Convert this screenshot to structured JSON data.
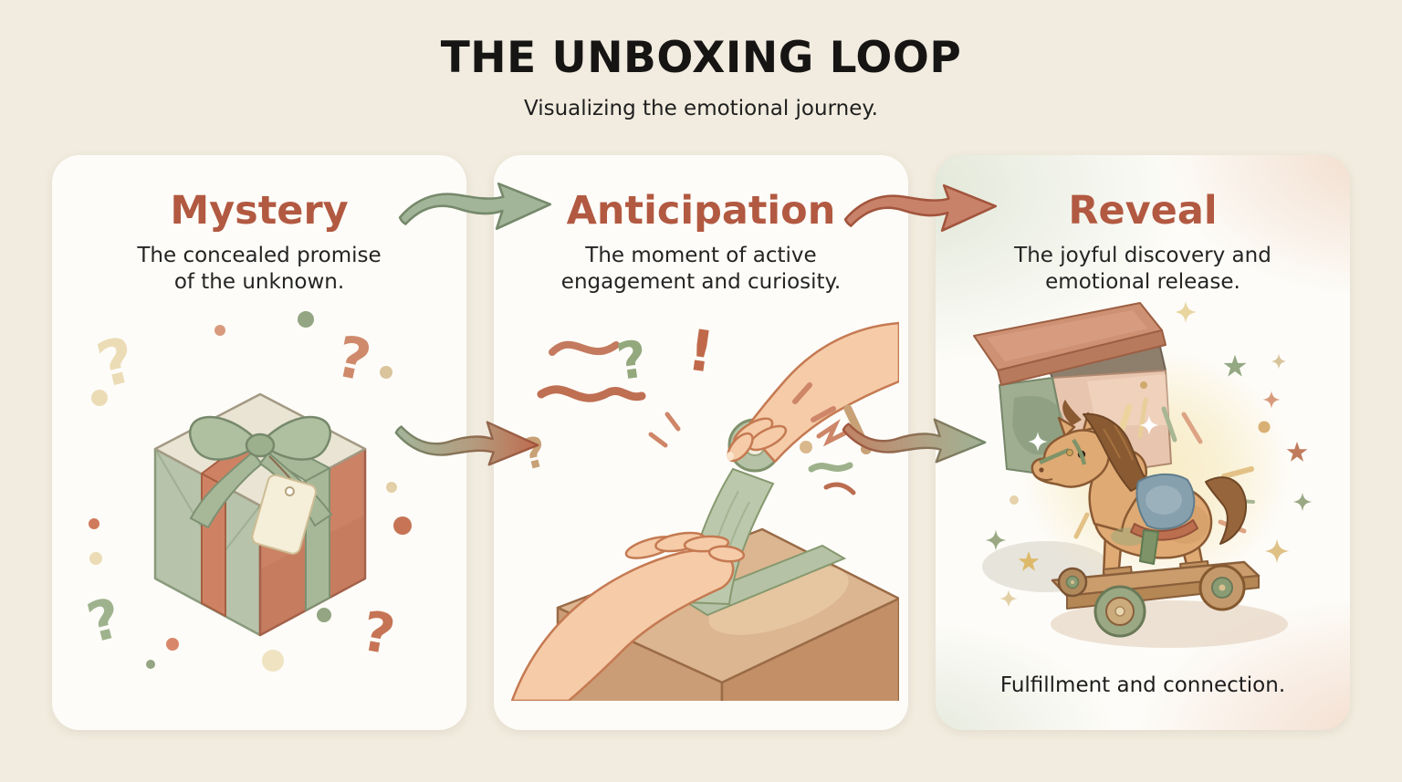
{
  "header": {
    "title": "THE UNBOXING LOOP",
    "subtitle": "Visualizing the emotional journey."
  },
  "cards": [
    {
      "id": "mystery",
      "title": "Mystery",
      "description": "The concealed promise of the unknown.",
      "illustration": "gift-box-illustration"
    },
    {
      "id": "anticipation",
      "title": "Anticipation",
      "description": "The moment of active engagement and curiosity.",
      "illustration": "tape-peel-illustration"
    },
    {
      "id": "reveal",
      "title": "Reveal",
      "description": "The joyful discovery and emotional release.",
      "footer": "Fulfillment and connection.",
      "illustration": "open-box-toy-horse-illustration"
    }
  ],
  "flow_arrows": [
    {
      "name": "arrow-mystery-to-anticipation-top",
      "style": "sage-green-wavy"
    },
    {
      "name": "arrow-anticipation-to-reveal-top",
      "style": "terracotta-wavy"
    },
    {
      "name": "arrow-mystery-to-anticipation-middle",
      "style": "green-to-terracotta-gradient"
    },
    {
      "name": "arrow-anticipation-to-reveal-middle",
      "style": "terracotta-to-green-gradient"
    }
  ],
  "colors": {
    "background": "#f1ecdf",
    "card_background": "#fdfcf8",
    "heading_accent": "#b25941",
    "title_text": "#161514",
    "body_text": "#242424",
    "sage_green": "#a3b599",
    "terracotta": "#c9826a"
  }
}
